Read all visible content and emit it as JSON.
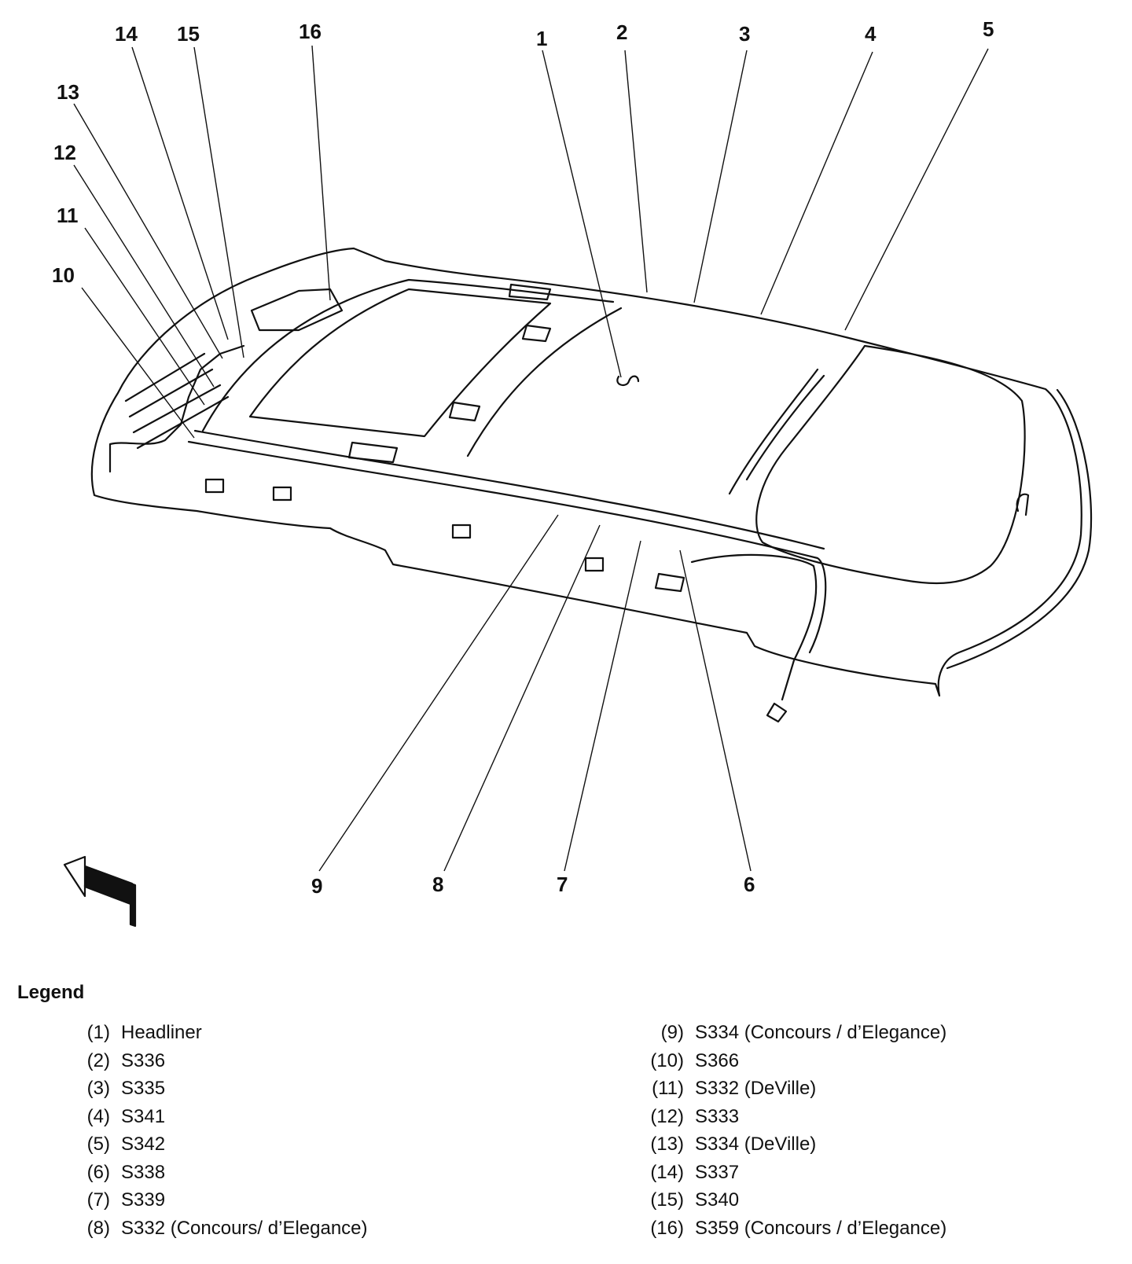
{
  "callouts": [
    "1",
    "2",
    "3",
    "4",
    "5",
    "6",
    "7",
    "8",
    "9",
    "10",
    "11",
    "12",
    "13",
    "14",
    "15",
    "16"
  ],
  "legend": {
    "title": "Legend",
    "items": [
      {
        "num": "(1)",
        "text": "Headliner"
      },
      {
        "num": "(2)",
        "text": "S336"
      },
      {
        "num": "(3)",
        "text": "S335"
      },
      {
        "num": "(4)",
        "text": "S341"
      },
      {
        "num": "(5)",
        "text": "S342"
      },
      {
        "num": "(6)",
        "text": "S338"
      },
      {
        "num": "(7)",
        "text": "S339"
      },
      {
        "num": "(8)",
        "text": "S332 (Concours/ d’Elegance)"
      },
      {
        "num": "(9)",
        "text": "S334 (Concours / d’Elegance)"
      },
      {
        "num": "(10)",
        "text": "S366"
      },
      {
        "num": "(11)",
        "text": "S332 (DeVille)"
      },
      {
        "num": "(12)",
        "text": "S333"
      },
      {
        "num": "(13)",
        "text": "S334 (DeVille)"
      },
      {
        "num": "(14)",
        "text": "S337"
      },
      {
        "num": "(15)",
        "text": "S340"
      },
      {
        "num": "(16)",
        "text": "S359 (Concours / d’Elegance)"
      }
    ]
  },
  "icons": {
    "front": "front-direction-arrow-icon"
  },
  "colors": {
    "line": "#111111",
    "background": "#ffffff"
  }
}
